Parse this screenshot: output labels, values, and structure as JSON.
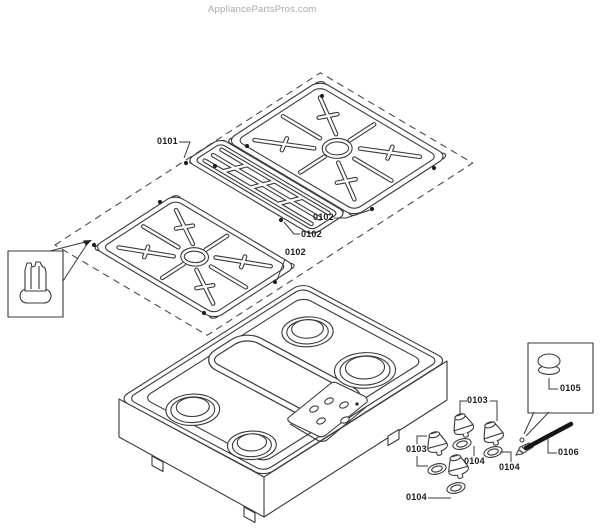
{
  "watermark": "AppliancePartsPros.com",
  "callouts": {
    "l0101": "0101",
    "l0102_1": "0102",
    "l0102_2": "0102",
    "l0102_3": "0102",
    "l0103_1": "0103",
    "l0103_2": "0103",
    "l0104_1": "0104",
    "l0104_2": "0104",
    "l0104_3": "0104",
    "l0105": "0105",
    "l0106": "0106"
  },
  "colors": {
    "background": "#ffffff",
    "line_art": "#3a3a3a",
    "label_text": "#1c1c1c",
    "watermark_text": "#a8a8a8",
    "igniter_rod": "#141414"
  }
}
